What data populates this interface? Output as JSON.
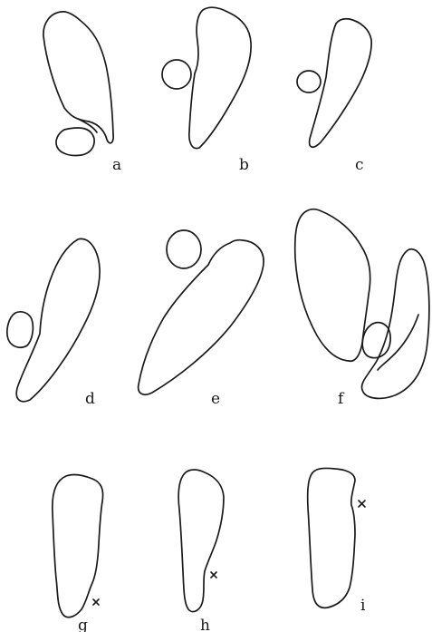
{
  "panels": [
    {
      "id": "a",
      "label": "a",
      "features": [
        "large outline",
        "small rounded outline below",
        "connecting notch"
      ]
    },
    {
      "id": "b",
      "label": "b",
      "features": [
        "elongated outline",
        "small circle to the left"
      ]
    },
    {
      "id": "c",
      "label": "c",
      "features": [
        "elongated outline",
        "small circle to the left"
      ]
    },
    {
      "id": "d",
      "label": "d",
      "features": [
        "elongated outline",
        "small oval to the left"
      ]
    },
    {
      "id": "e",
      "label": "e",
      "features": [
        "teardrop outline",
        "small circle above"
      ]
    },
    {
      "id": "f",
      "label": "f",
      "features": [
        "large outline",
        "curved overlapping outline",
        "small oval between"
      ]
    },
    {
      "id": "g",
      "label": "g",
      "features": [
        "single outline",
        "cross mark near base"
      ]
    },
    {
      "id": "h",
      "label": "h",
      "features": [
        "single outline",
        "cross mark on right edge"
      ]
    },
    {
      "id": "i",
      "label": "i",
      "features": [
        "single outline",
        "cross mark at upper right"
      ]
    }
  ]
}
